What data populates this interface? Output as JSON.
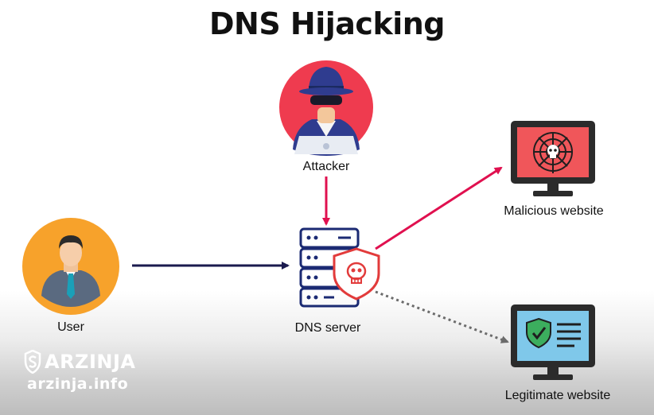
{
  "title": "DNS Hijacking",
  "nodes": {
    "attacker": "Attacker",
    "user": "User",
    "dns_server": "DNS server",
    "malicious": "Malicious website",
    "legitimate": "Legitimate website"
  },
  "brand": {
    "name": "ARZINJA",
    "url": "arzinja.info"
  },
  "colors": {
    "attack_arrow": "#e0104f",
    "user_arrow": "#1a1a4e",
    "dotted_arrow": "#6b6b6b",
    "server_outline": "#1b2a73",
    "shield": "#e23b3b",
    "attacker_bg": "#ef3b4f",
    "user_bg": "#f7a22b",
    "malicious_screen": "#f0565a",
    "legit_screen": "#7fc8ea"
  }
}
